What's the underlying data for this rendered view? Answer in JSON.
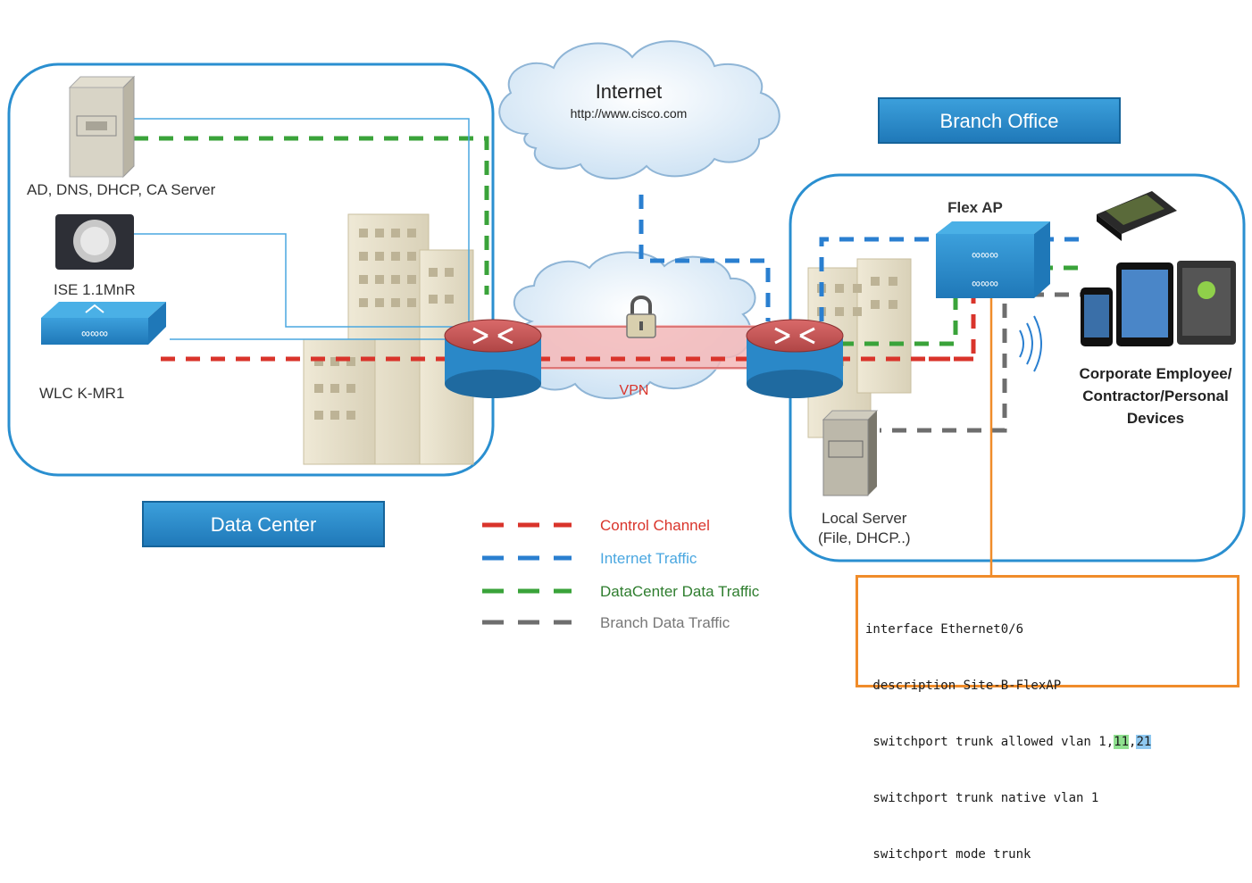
{
  "internet": {
    "title": "Internet",
    "url": "http://www.cisco.com"
  },
  "sites": {
    "data_center": "Data Center",
    "branch_office": "Branch Office"
  },
  "devices": {
    "ad_server": "AD, DNS, DHCP, CA Server",
    "ise": "ISE 1.1MnR",
    "wlc": "WLC K-MR1",
    "flex_ap": "Flex AP",
    "local_server_line1": "Local Server",
    "local_server_line2": "(File, DHCP..)",
    "clients_line1": "Corporate Employee/",
    "clients_line2": "Contractor/Personal",
    "clients_line3": "Devices"
  },
  "vpn_label": "VPN",
  "legend": [
    {
      "label": "Control Channel",
      "color": "#d9342b"
    },
    {
      "label": "Internet Traffic",
      "color": "#2a7fd0"
    },
    {
      "label": "DataCenter Data Traffic",
      "color": "#3aa33a"
    },
    {
      "label": "Branch Data Traffic",
      "color": "#6e6e6e"
    }
  ],
  "config": {
    "line1": "interface Ethernet0/6",
    "line2": " description Site-B-FlexAP",
    "line3_prefix": " switchport trunk allowed vlan 1,",
    "line3_vlan_a": "11",
    "line3_sep": ",",
    "line3_vlan_b": "21",
    "line4": " switchport trunk native vlan 1",
    "line5": " switchport mode trunk"
  },
  "colors": {
    "site_border": "#2a8fd0",
    "label_box": "#2a8fd0",
    "control": "#d9342b",
    "internet": "#2a7fd0",
    "dc_data": "#3aa33a",
    "branch_data": "#6e6e6e",
    "config_border": "#f08c2a"
  }
}
